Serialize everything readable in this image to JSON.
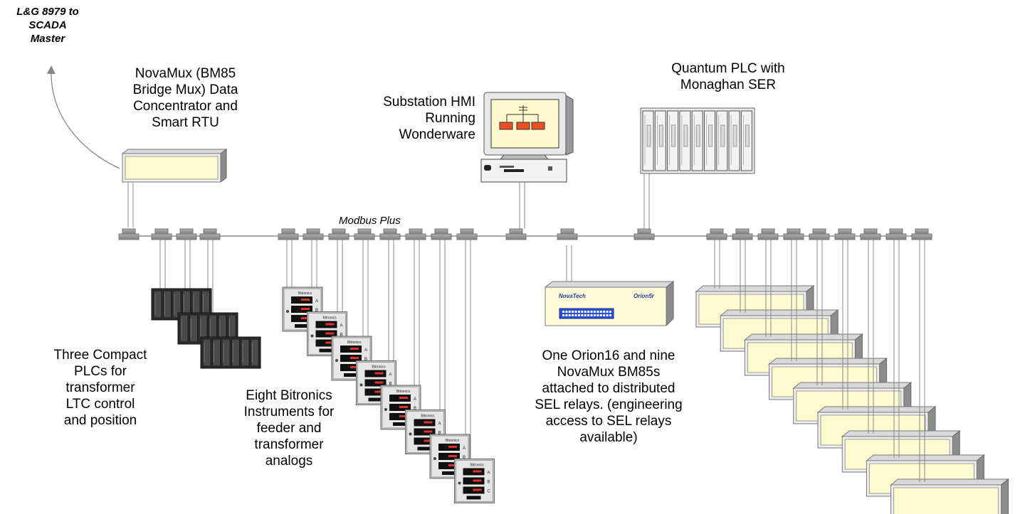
{
  "labels": {
    "scada": "L&G 8979 to\nSCADA\nMaster",
    "novamux": "NovaMux (BM85\nBridge Mux) Data\nConcentrator and\nSmart RTU",
    "hmi": "Substation HMI\nRunning\nWonderware",
    "quantum": "Quantum PLC with\nMonaghan SER",
    "modbus": "Modbus Plus",
    "plcs": "Three Compact\nPLCs for\ntransformer\nLTC control\nand position",
    "bitronics": "Eight Bitronics\nInstruments for\nfeeder and\ntransformer\nanalogs",
    "orion": "One Orion16 and nine\nNovaMux BM85s\nattached to distributed\nSEL relays. (engineering\naccess to SEL relays\navailable)"
  },
  "orion_device": {
    "brand": "NovaTech",
    "model": "Orion5r"
  },
  "bitronics_brand": "Bitronics",
  "bitronics_channels": [
    "A",
    "B",
    "C"
  ],
  "colors": {
    "bus": "#888888",
    "tap": "#999999",
    "bm85_face": "#fffbd0",
    "plc_dark": "#3c3c3c",
    "hmi_screen": "#fff8cc",
    "hmi_block": "#e85020",
    "orion_face": "#fffbd8",
    "orion_port": "#2a4fd6"
  }
}
